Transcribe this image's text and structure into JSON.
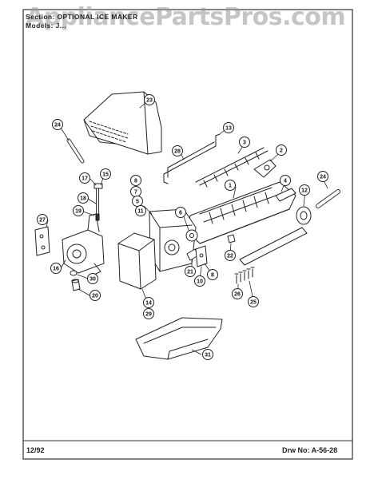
{
  "header": {
    "section_line": "Section: OPTIONAL ICE MAKER",
    "model_line": "Models: J..."
  },
  "watermark": "AppliancePartsPros.com",
  "footer": {
    "date": "12/92",
    "drawing_no": "Drw No: A-56-28"
  },
  "callouts": [
    {
      "id": "c23",
      "text": "23"
    },
    {
      "id": "c24a",
      "text": "24"
    },
    {
      "id": "c13",
      "text": "13"
    },
    {
      "id": "c28",
      "text": "28"
    },
    {
      "id": "c3",
      "text": "3"
    },
    {
      "id": "c2",
      "text": "2"
    },
    {
      "id": "c24b",
      "text": "24"
    },
    {
      "id": "c17",
      "text": "17"
    },
    {
      "id": "c15",
      "text": "15"
    },
    {
      "id": "c8a",
      "text": "8"
    },
    {
      "id": "c7",
      "text": "7"
    },
    {
      "id": "c5",
      "text": "5"
    },
    {
      "id": "c11",
      "text": "11"
    },
    {
      "id": "c1",
      "text": "1"
    },
    {
      "id": "c4",
      "text": "4"
    },
    {
      "id": "c12",
      "text": "12"
    },
    {
      "id": "c18",
      "text": "18"
    },
    {
      "id": "c19",
      "text": "19"
    },
    {
      "id": "c27",
      "text": "27"
    },
    {
      "id": "c6",
      "text": "6"
    },
    {
      "id": "c16",
      "text": "16"
    },
    {
      "id": "c22",
      "text": "22"
    },
    {
      "id": "c21",
      "text": "21"
    },
    {
      "id": "c8b",
      "text": "8"
    },
    {
      "id": "c10",
      "text": "10"
    },
    {
      "id": "c30",
      "text": "30"
    },
    {
      "id": "c20",
      "text": "20"
    },
    {
      "id": "c14",
      "text": "14"
    },
    {
      "id": "c29",
      "text": "29"
    },
    {
      "id": "c26",
      "text": "26"
    },
    {
      "id": "c25",
      "text": "25"
    },
    {
      "id": "c31",
      "text": "31"
    }
  ]
}
